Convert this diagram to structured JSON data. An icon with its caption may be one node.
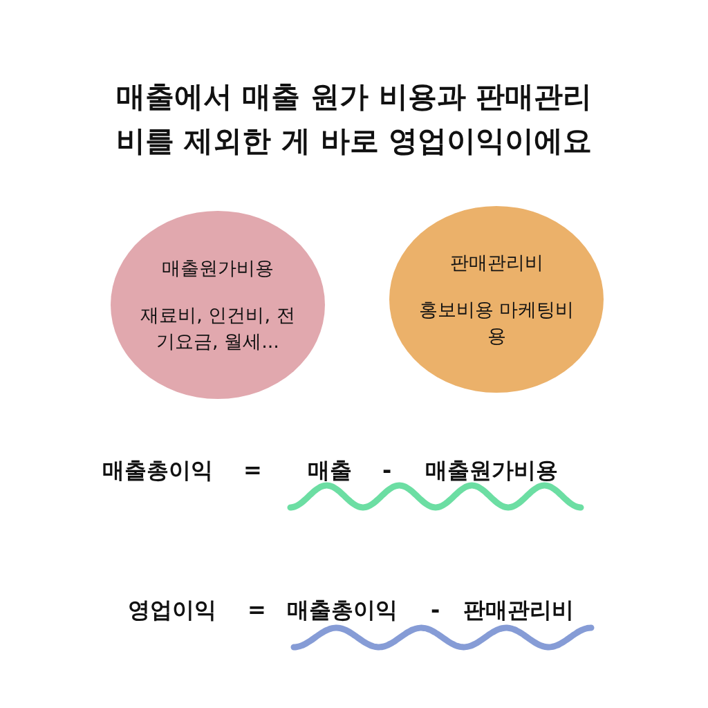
{
  "diagram": {
    "title": "매출에서 매출 원가 비용과 판매관리비를 제외한 게 바로 영업이익이에요",
    "nodes": [
      {
        "text": [
          "매출원가비용",
          "재료비, 인건비, 전기요금, 월세..."
        ]
      },
      {
        "text": [
          "판매관리비",
          "홍보비용 마케팅비용"
        ]
      }
    ],
    "edges": [],
    "labels": [
      "매출총이익",
      "=",
      "매출",
      "-",
      "매출원가비용",
      "영업이익",
      "=",
      "매출총이익",
      "-",
      "판매관리비"
    ]
  }
}
